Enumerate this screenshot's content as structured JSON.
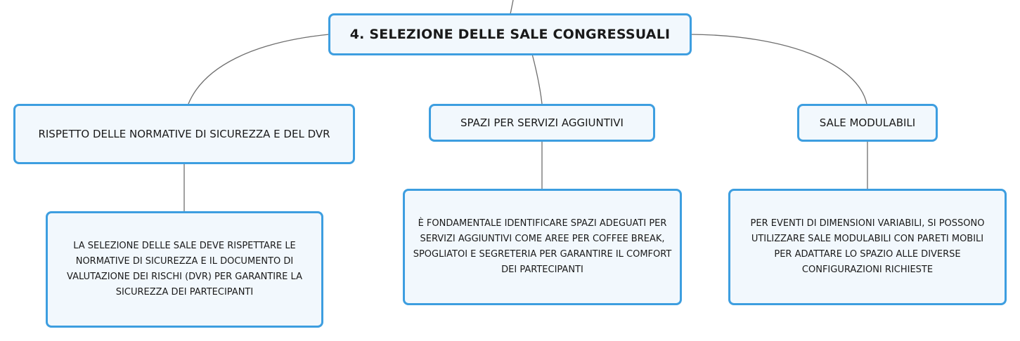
{
  "diagram": {
    "root": {
      "label": "4. SELEZIONE DELLE SALE CONGRESSUALI"
    },
    "branches": [
      {
        "label": "RISPETTO DELLE NORMATIVE DI SICUREZZA E DEL DVR",
        "detail": "LA SELEZIONE DELLE SALE DEVE RISPETTARE LE NORMATIVE DI SICUREZZA E IL DOCUMENTO DI VALUTAZIONE DEI RISCHI (DVR) PER GARANTIRE LA SICUREZZA DEI PARTECIPANTI"
      },
      {
        "label": "SPAZI PER SERVIZI AGGIUNTIVI",
        "detail": "È FONDAMENTALE IDENTIFICARE SPAZI ADEGUATI PER SERVIZI AGGIUNTIVI COME AREE PER COFFEE BREAK, SPOGLIATOI E SEGRETERIA PER GARANTIRE IL COMFORT DEI PARTECIPANTI"
      },
      {
        "label": "SALE MODULABILI",
        "detail": "PER EVENTI DI DIMENSIONI VARIABILI, SI POSSONO UTILIZZARE SALE MODULABILI CON PARETI MOBILI PER ADATTARE LO SPAZIO ALLE DIVERSE CONFIGURAZIONI RICHIESTE"
      }
    ]
  },
  "colors": {
    "node_border": "#3d9ee0",
    "node_fill": "#f2f8fd",
    "connector": "#6e6e6e"
  }
}
